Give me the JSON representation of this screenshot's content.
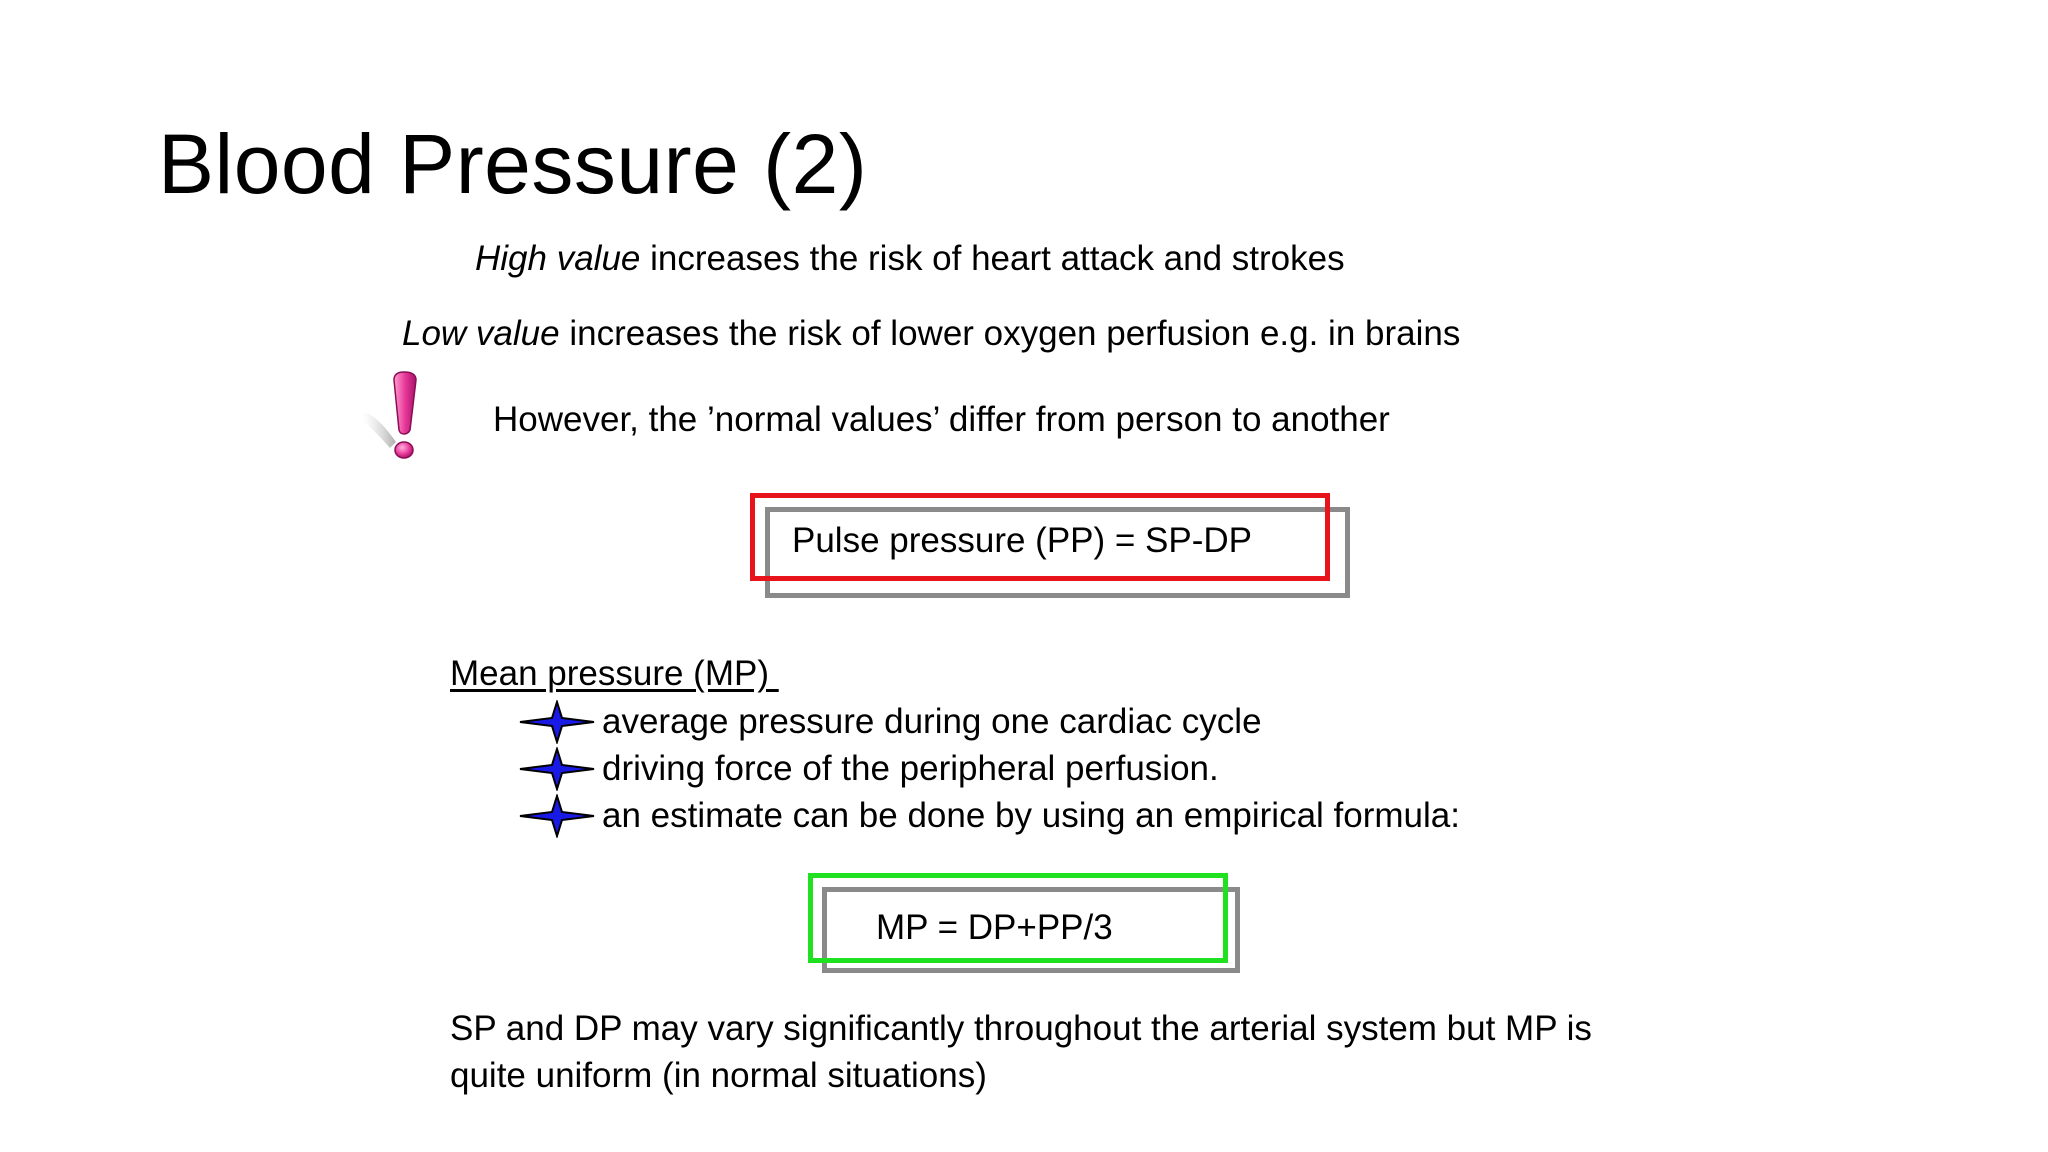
{
  "slide": {
    "title": "Blood Pressure (2)",
    "high_value": {
      "emphasis": "High value",
      "rest": " increases the risk of heart attack and strokes"
    },
    "low_value": {
      "emphasis": "Low value",
      "rest": " increases the risk of lower oxygen perfusion e.g. in brains"
    },
    "however": "However, the ’normal values’ differ from person to another",
    "warning_icon": "exclamation-icon",
    "pulse_formula": "Pulse pressure (PP) = SP-DP",
    "mean_heading": "Mean pressure (MP) ",
    "mean_bullets": [
      "average pressure during one cardiac cycle",
      "driving force of the peripheral perfusion.",
      "an estimate can be done by using an empirical formula:"
    ],
    "bullet_icon": "four-point-star-icon",
    "mp_formula": "MP = DP+PP/3",
    "closing_lines": [
      "SP and DP may vary significantly throughout the arterial system but MP is",
      "quite uniform (in normal situations)"
    ],
    "colors": {
      "pulse_box_border": "#e8141c",
      "mp_box_border": "#1fe11f",
      "box_shadow": "#8a8a8a",
      "bullet_star": "#1a1ae6",
      "exclamation": "#e8389a"
    }
  }
}
